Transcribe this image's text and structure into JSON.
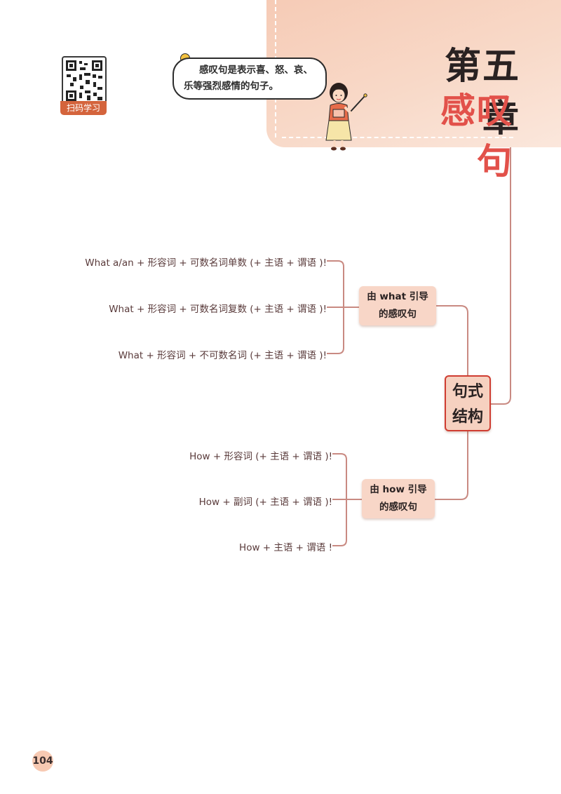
{
  "header": {
    "chapter_number": "第五章",
    "chapter_title": "感叹句"
  },
  "qr": {
    "label": "扫码学习"
  },
  "intro": {
    "line1": "感叹句是表示喜、怒、哀、",
    "line2": "乐等强烈感情的句子。"
  },
  "mindmap": {
    "root": {
      "line1": "句式",
      "line2": "结构"
    },
    "branch_what": {
      "line1": "由 what 引导",
      "line2": "的感叹句",
      "leaves": [
        "What a/an + 形容词 + 可数名词单数 (+ 主语 + 谓语 )!",
        "What + 形容词 + 可数名词复数 (+ 主语 + 谓语 )!",
        "What + 形容词 + 不可数名词 (+ 主语 + 谓语 )!"
      ]
    },
    "branch_how": {
      "line1": "由 how 引导",
      "line2": "的感叹句",
      "leaves": [
        "How + 形容词 (+ 主语 + 谓语 )!",
        "How + 副词 (+ 主语 + 谓语 )!",
        "How + 主语 + 谓语 !"
      ]
    },
    "line_color": "#c98a82",
    "accent_color": "#cf3d32"
  },
  "footer": {
    "page_number": "104"
  }
}
